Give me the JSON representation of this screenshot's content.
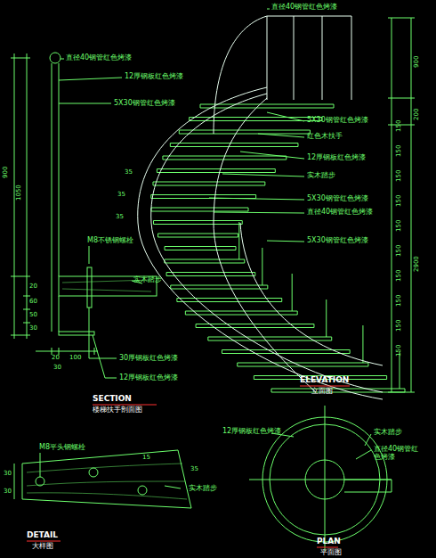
{
  "diagram": {
    "labels": [
      "直径40钢管红色烤漆",
      "直径40钢管红色烤漆",
      "12厚钢板红色烤漆",
      "5X30钢管红色烤漆",
      "5X30钢管红色烤漆",
      "红色木扶手",
      "12厚钢板红色烤漆",
      "实木踏步",
      "5X30钢管红色烤漆",
      "直径40钢管红色烤漆",
      "5X30钢管红色烤漆",
      "M8不锈钢螺栓",
      "实木踏步",
      "30厚钢板红色烤漆",
      "12厚钢板红色烤漆",
      "SECTION",
      "楼梯扶手剖面图",
      "ELEVATION",
      "立面图",
      "12厚钢板红色烤漆",
      "实木踏步",
      "直径40钢管红色烤漆",
      "PLAN",
      "平面图",
      "DETAIL",
      "大样图",
      "M8平头钢螺栓",
      "实木踏步",
      "900",
      "1050",
      "20",
      "60",
      "50",
      "30",
      "20",
      "100",
      "30",
      "900",
      "200",
      "2900",
      "150",
      "150",
      "150",
      "150",
      "150",
      "150",
      "150",
      "150",
      "150",
      "150",
      "35",
      "35",
      "35",
      "30",
      "30",
      "15",
      "35"
    ]
  }
}
